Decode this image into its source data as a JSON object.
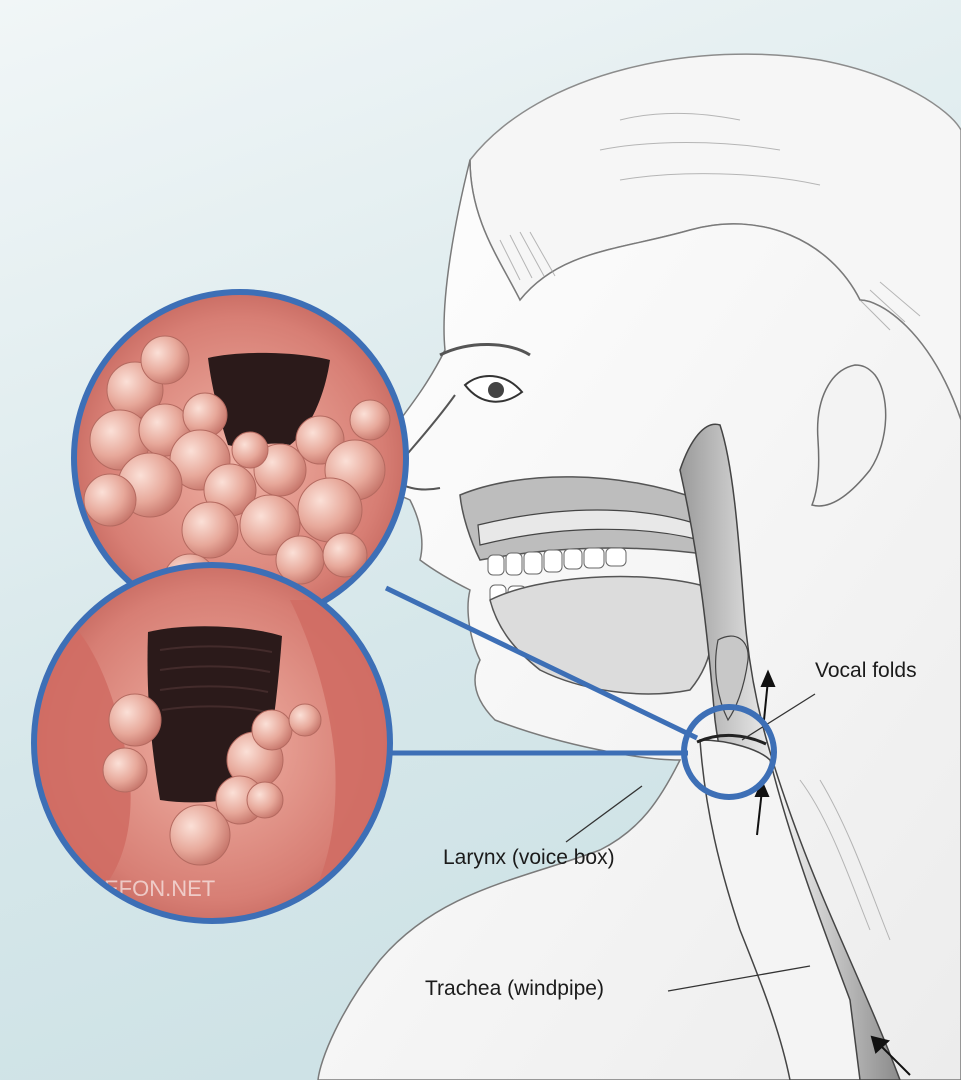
{
  "labels": {
    "vocal_folds": "Vocal folds",
    "larynx": "Larynx (voice box)",
    "trachea": "Trachea (windpipe)"
  },
  "watermark": "EFON.NET",
  "colors": {
    "background": "#d6e7ea",
    "ring": "#3d6fb6",
    "tissue": "#d77e74",
    "tissue_light": "#f0b3a6",
    "airway_dark": "#2b1a1a",
    "sketch": "#555555"
  }
}
